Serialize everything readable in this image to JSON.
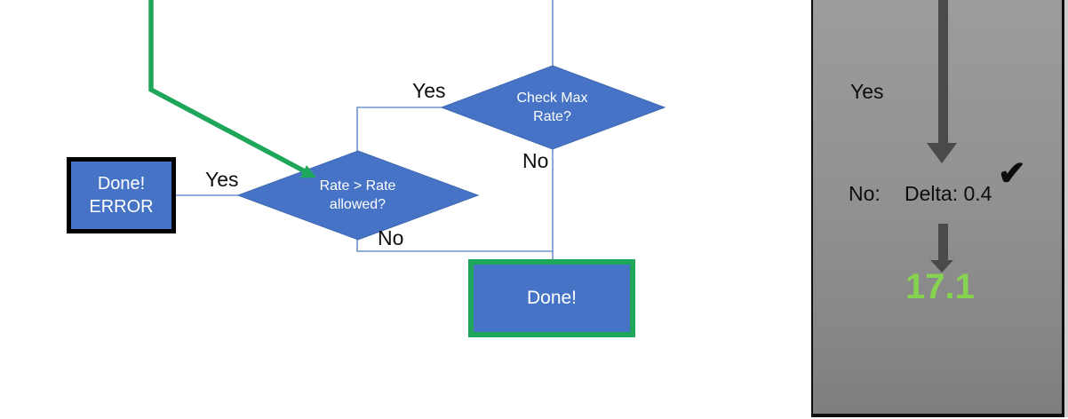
{
  "colors": {
    "shape_blue": "#4673C5",
    "connector_blue": "#6E93CF",
    "flow_green": "#1EA75A",
    "result_green": "#85D34F",
    "panel_gray": "#919191",
    "arrow_gray": "#4A4A4A"
  },
  "flowchart": {
    "decisions": {
      "check_max_rate": "Check Max Rate?",
      "rate_allowed": "Rate > Rate allowed?"
    },
    "terminals": {
      "done_error_line1": "Done!",
      "done_error_line2": "ERROR",
      "done": "Done!"
    },
    "branch_labels": {
      "check_max_yes": "Yes",
      "check_max_no": "No",
      "rate_allowed_yes": "Yes",
      "rate_allowed_no": "No"
    }
  },
  "side_panel": {
    "yes_label": "Yes",
    "no_label": "No:",
    "delta_value": "Delta: 0.4",
    "checkmark": "✔",
    "result_value": "17.1"
  }
}
